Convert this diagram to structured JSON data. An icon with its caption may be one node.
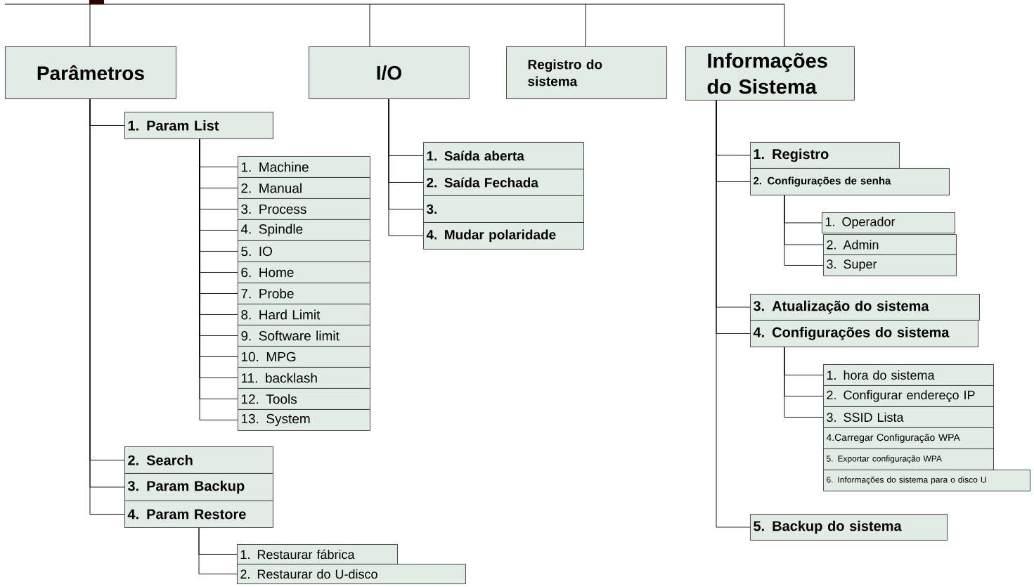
{
  "diagram": {
    "nodes": [
      {
        "text": [
          "Parâmetros"
        ]
      },
      {
        "text": [
          "I/O"
        ]
      },
      {
        "text": [
          "Registro do sistema"
        ]
      },
      {
        "text": [
          "Informações do Sistema"
        ]
      },
      {
        "text": [
          "1. Param List"
        ]
      },
      {
        "text": [
          "1. Machine"
        ]
      },
      {
        "text": [
          "2. Manual"
        ]
      },
      {
        "text": [
          "3. Process"
        ]
      },
      {
        "text": [
          "4. Spindle"
        ]
      },
      {
        "text": [
          "5. IO"
        ]
      },
      {
        "text": [
          "6. Home"
        ]
      },
      {
        "text": [
          "7. Probe"
        ]
      },
      {
        "text": [
          "8. Hard Limit"
        ]
      },
      {
        "text": [
          "9. Software limit"
        ]
      },
      {
        "text": [
          "10. MPG"
        ]
      },
      {
        "text": [
          "11. backlash"
        ]
      },
      {
        "text": [
          "12. Tools"
        ]
      },
      {
        "text": [
          "13. System"
        ]
      },
      {
        "text": [
          "2. Search"
        ]
      },
      {
        "text": [
          "3. Param Backup"
        ]
      },
      {
        "text": [
          "4. Param Restore"
        ]
      },
      {
        "text": [
          "1. Restaurar fábrica"
        ]
      },
      {
        "text": [
          "2. Restaurar do U-disco"
        ]
      },
      {
        "text": [
          "1. Saída aberta"
        ]
      },
      {
        "text": [
          "2. Saída Fechada"
        ]
      },
      {
        "text": [
          "3."
        ]
      },
      {
        "text": [
          "4. Mudar polaridade"
        ]
      },
      {
        "text": [
          "1. Registro"
        ]
      },
      {
        "text": [
          "2. Configurações de senha"
        ]
      },
      {
        "text": [
          "1. Operador"
        ]
      },
      {
        "text": [
          "2. Admin"
        ]
      },
      {
        "text": [
          "3. Super"
        ]
      },
      {
        "text": [
          "3. Atualização do sistema"
        ]
      },
      {
        "text": [
          "4. Configurações do sistema"
        ]
      },
      {
        "text": [
          "1. hora do sistema"
        ]
      },
      {
        "text": [
          "2. Configurar endereço IP"
        ]
      },
      {
        "text": [
          "3. SSID Lista"
        ]
      },
      {
        "text": [
          "4.Carregar Configuração WPA"
        ]
      },
      {
        "text": [
          "5. Exportar configuração WPA"
        ]
      },
      {
        "text": [
          "6. Informações do sistema para o disco U"
        ]
      },
      {
        "text": [
          "5. Backup do sistema"
        ]
      }
    ],
    "edges": [
      {
        "from": null,
        "to": 0,
        "arrow": "none"
      },
      {
        "from": null,
        "to": 1,
        "arrow": "none"
      },
      {
        "from": null,
        "to": 2,
        "arrow": "none"
      },
      {
        "from": null,
        "to": 3,
        "arrow": "none"
      },
      {
        "from": 0,
        "to": 4,
        "arrow": "none"
      },
      {
        "from": 0,
        "to": 18,
        "arrow": "none"
      },
      {
        "from": 0,
        "to": 19,
        "arrow": "none"
      },
      {
        "from": 0,
        "to": 20,
        "arrow": "none"
      },
      {
        "from": 4,
        "to": 5,
        "arrow": "none"
      },
      {
        "from": 4,
        "to": 6,
        "arrow": "none"
      },
      {
        "from": 4,
        "to": 7,
        "arrow": "none"
      },
      {
        "from": 4,
        "to": 8,
        "arrow": "none"
      },
      {
        "from": 4,
        "to": 9,
        "arrow": "none"
      },
      {
        "from": 4,
        "to": 10,
        "arrow": "none"
      },
      {
        "from": 4,
        "to": 11,
        "arrow": "none"
      },
      {
        "from": 4,
        "to": 12,
        "arrow": "none"
      },
      {
        "from": 4,
        "to": 13,
        "arrow": "none"
      },
      {
        "from": 4,
        "to": 14,
        "arrow": "none"
      },
      {
        "from": 4,
        "to": 15,
        "arrow": "none"
      },
      {
        "from": 4,
        "to": 16,
        "arrow": "none"
      },
      {
        "from": 4,
        "to": 17,
        "arrow": "none"
      },
      {
        "from": 20,
        "to": 21,
        "arrow": "none"
      },
      {
        "from": 20,
        "to": 22,
        "arrow": "none"
      },
      {
        "from": 1,
        "to": 23,
        "arrow": "none"
      },
      {
        "from": 1,
        "to": 24,
        "arrow": "none"
      },
      {
        "from": 1,
        "to": 25,
        "arrow": "none"
      },
      {
        "from": 1,
        "to": 26,
        "arrow": "none"
      },
      {
        "from": 3,
        "to": 27,
        "arrow": "none"
      },
      {
        "from": 3,
        "to": 28,
        "arrow": "none"
      },
      {
        "from": 3,
        "to": 32,
        "arrow": "none"
      },
      {
        "from": 3,
        "to": 33,
        "arrow": "none"
      },
      {
        "from": 3,
        "to": 40,
        "arrow": "none"
      },
      {
        "from": 28,
        "to": 29,
        "arrow": "none"
      },
      {
        "from": 28,
        "to": 30,
        "arrow": "none"
      },
      {
        "from": 28,
        "to": 31,
        "arrow": "none"
      },
      {
        "from": 33,
        "to": 34,
        "arrow": "none"
      },
      {
        "from": 33,
        "to": 35,
        "arrow": "none"
      },
      {
        "from": 33,
        "to": 36,
        "arrow": "none"
      }
    ]
  }
}
